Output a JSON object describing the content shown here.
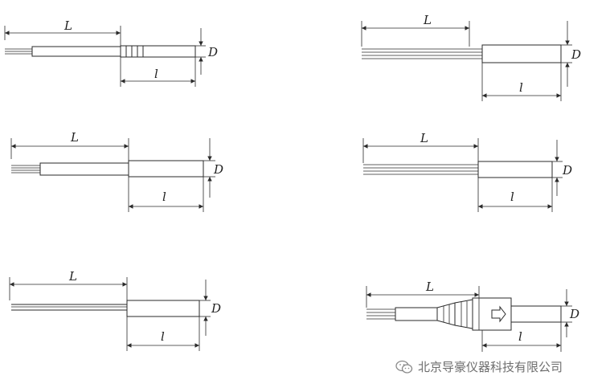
{
  "labels": {
    "length_total": "L",
    "length_probe": "l",
    "diameter": "D"
  },
  "watermark": {
    "text": "北京导豪仪器科技有限公司",
    "icon": "wechat-icon"
  },
  "colors": {
    "line": "#2a2a2a",
    "watermark": "#6e6e6e"
  }
}
